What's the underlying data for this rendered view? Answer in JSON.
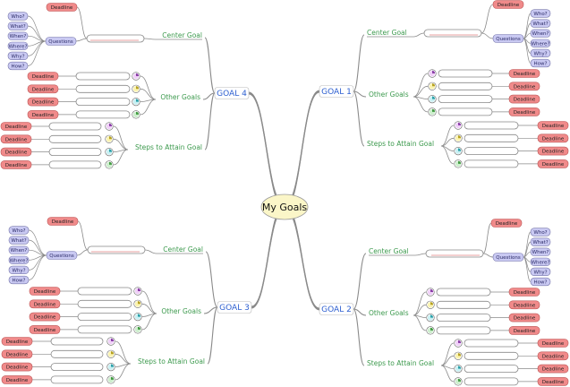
{
  "root": {
    "label": "My Goals"
  },
  "labels": {
    "deadline": "Deadline",
    "questions": "Questions",
    "center_goal": "Center Goal",
    "other_goals": "Other Goals",
    "steps": "Steps to Attain Goal"
  },
  "questions": [
    "Who?",
    "What?",
    "When?",
    "Where?",
    "Why?",
    "How?"
  ],
  "goals": [
    {
      "label": "GOAL 1"
    },
    {
      "label": "GOAL 2"
    },
    {
      "label": "GOAL 3"
    },
    {
      "label": "GOAL 4"
    }
  ],
  "colors": {
    "deadline_fill": "#f08a8a",
    "question_fill": "#c9c9f2",
    "root_fill": "#fbf6c8",
    "connector": "#8a8a8a",
    "goal_text": "#2d5fd0",
    "branch_text": "#3d9a4e",
    "center_underline": "#d44444"
  },
  "icons": [
    "pie-purple-icon",
    "pie-yellow-icon",
    "pie-cyan-icon",
    "pie-green-icon"
  ]
}
